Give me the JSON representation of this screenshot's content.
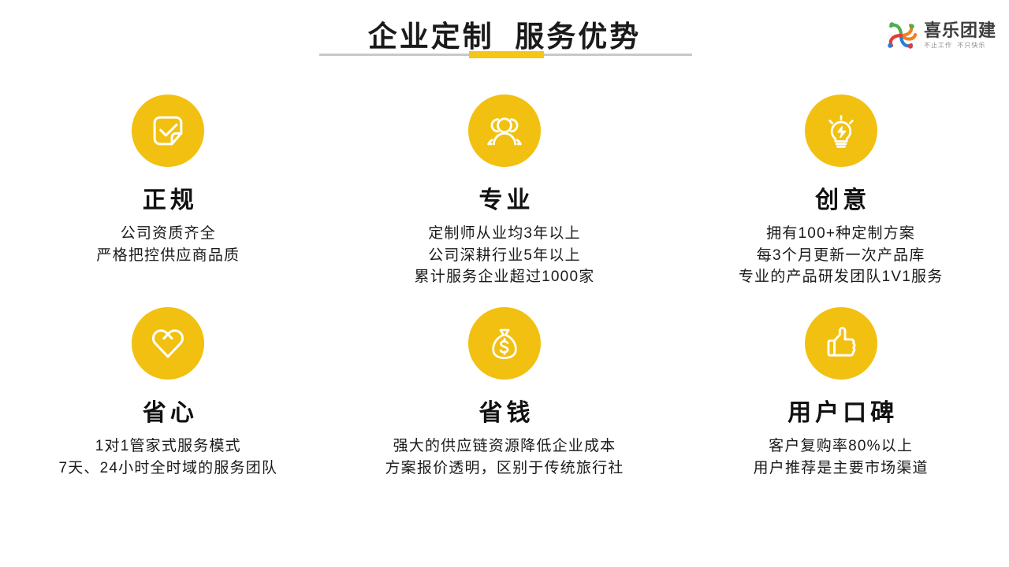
{
  "header": {
    "title": "企业定制  服务优势",
    "accent_color": "#f5c518",
    "rule_color": "#c9c9c9"
  },
  "logo": {
    "icon": "pinwheel-people-logo-icon",
    "name": "喜乐团建",
    "tagline": "不止工作  不只快乐",
    "colors": [
      "#4caf50",
      "#f4801f",
      "#2b7fd4",
      "#e03c3c"
    ]
  },
  "theme": {
    "badge_color": "#f2c010",
    "text_color": "#111111",
    "background": "#ffffff"
  },
  "features": [
    {
      "icon": "document-check-icon",
      "title": "正规",
      "lines": [
        "公司资质齐全",
        "严格把控供应商品质"
      ]
    },
    {
      "icon": "users-group-icon",
      "title": "专业",
      "lines": [
        "定制师从业均3年以上",
        "公司深耕行业5年以上",
        "累计服务企业超过1000家"
      ]
    },
    {
      "icon": "lightbulb-idea-icon",
      "title": "创意",
      "lines": [
        "拥有100+种定制方案",
        "每3个月更新一次产品库",
        "专业的产品研发团队1V1服务"
      ]
    },
    {
      "icon": "heart-icon",
      "title": "省心",
      "lines": [
        "1对1管家式服务模式",
        "7天、24小时全时域的服务团队"
      ]
    },
    {
      "icon": "money-bag-icon",
      "title": "省钱",
      "lines": [
        "强大的供应链资源降低企业成本",
        "方案报价透明，区别于传统旅行社"
      ]
    },
    {
      "icon": "thumbs-up-icon",
      "title": "用户口碑",
      "lines": [
        "客户复购率80%以上",
        "用户推荐是主要市场渠道"
      ]
    }
  ]
}
